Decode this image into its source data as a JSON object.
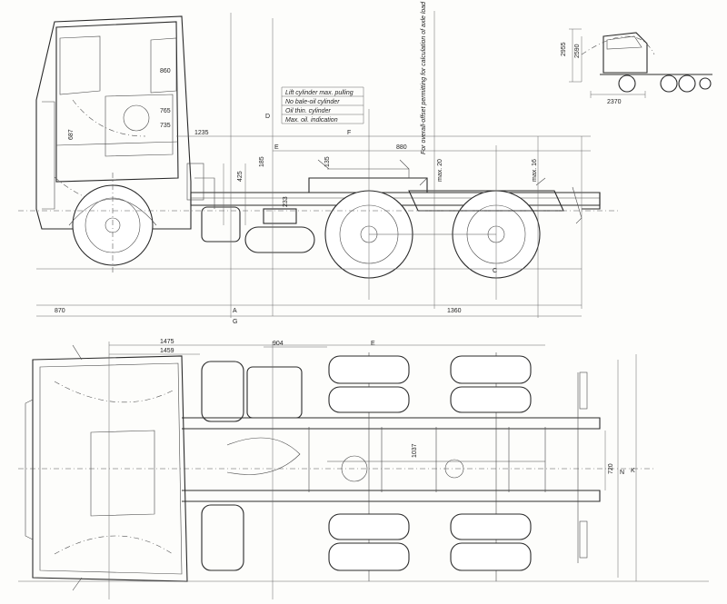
{
  "side_view": {
    "legend": [
      "Lift cylinder max. pulling",
      "No bale-oil cylinder",
      "Oil thin. cylinder",
      "Max. oil. indication"
    ],
    "vertical_note": "For overall-offset permitting for calculation of axle load",
    "dims": {
      "d860": "860",
      "d765": "765",
      "d735": "735",
      "d687": "687",
      "d1235": "1235",
      "d880": "880",
      "d425": "425",
      "d185": "185",
      "d135": "135",
      "d233": "233",
      "dmax": "max. 20",
      "dmax2": "max. 16",
      "bottom_left": "870",
      "bottom_a": "A",
      "bottom_g": "G",
      "bottom_right": "1360",
      "letter_e": "E",
      "letter_f": "F",
      "letter_d": "D",
      "letter_c": "C"
    }
  },
  "top_view": {
    "dims": {
      "d1475": "1475",
      "d1459": "1459",
      "d904": "904",
      "d720": "720",
      "d1037": "1037",
      "letter_e": "E",
      "letter_k": "K",
      "letter_n": "N"
    }
  },
  "inset": {
    "dims": {
      "d2955": "2955",
      "d2590": "2590",
      "d2370": "2370"
    }
  },
  "colors": {
    "ink": "#2a2a2a",
    "paper": "#fdfdfb"
  }
}
